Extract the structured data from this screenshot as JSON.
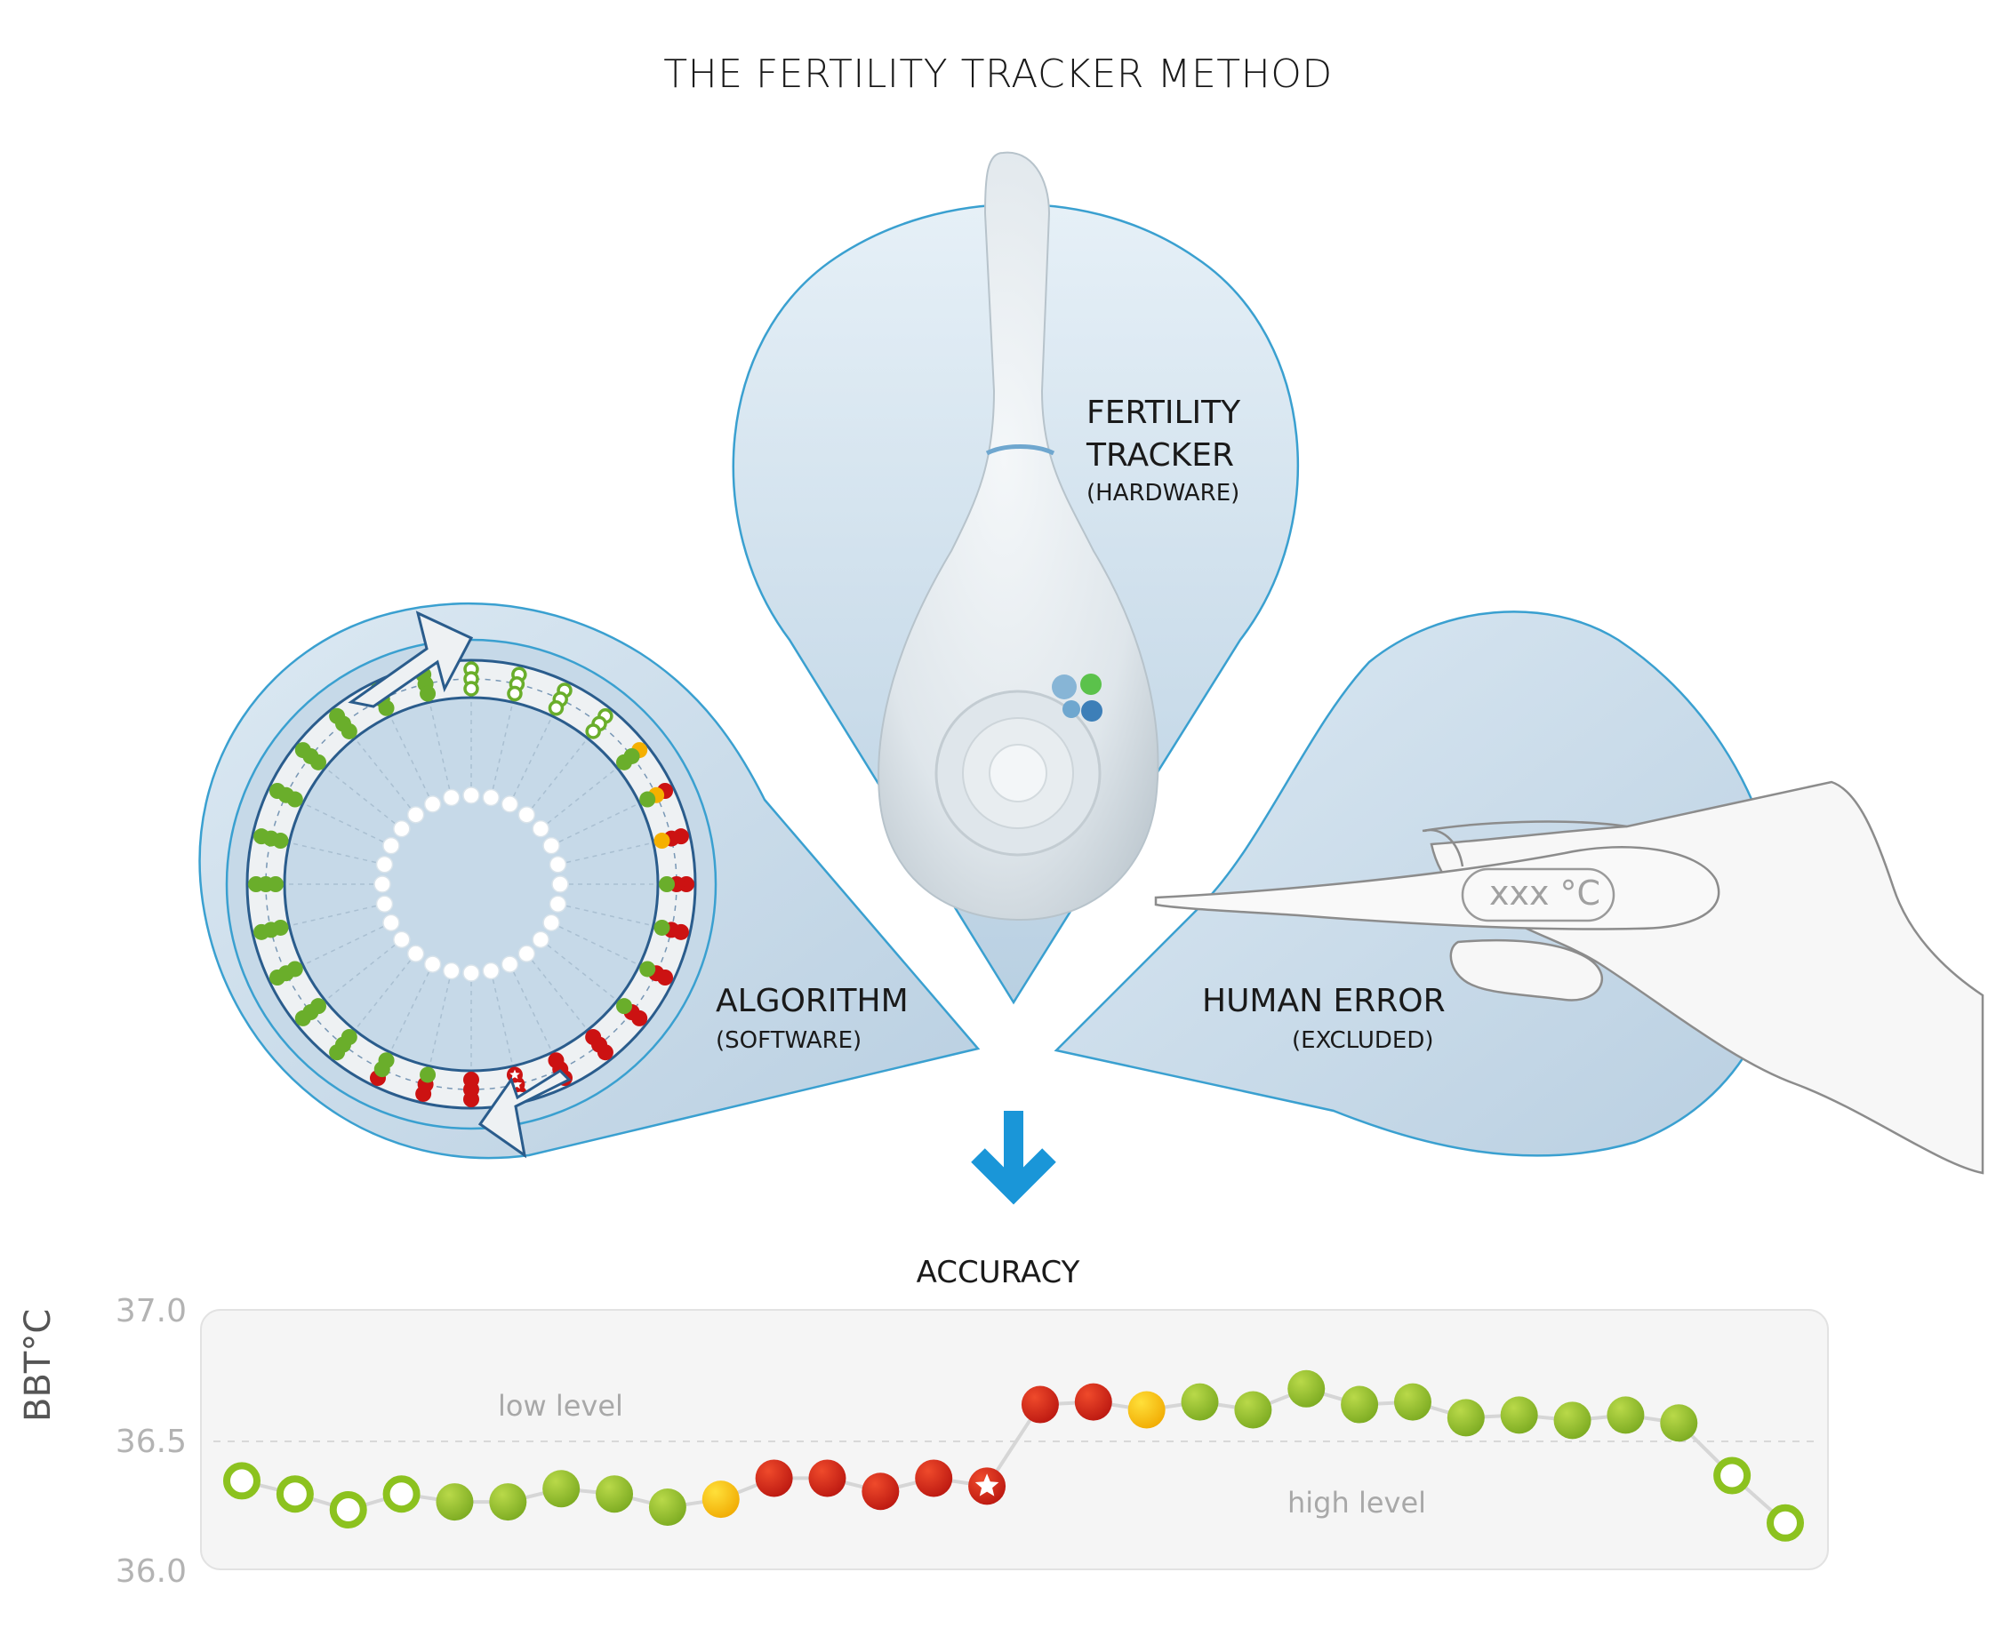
{
  "title": "THE FERTILITY TRACKER METHOD",
  "tracker": {
    "line1": "FERTILITY",
    "line2": "TRACKER",
    "sub": "(HARDWARE)"
  },
  "algorithm": {
    "label": "ALGORITHM",
    "sub": "(SOFTWARE)"
  },
  "human_error": {
    "label": "HUMAN ERROR",
    "sub": "(EXCLUDED)"
  },
  "thermometer_display": "xxx °C",
  "result_label": "ACCURACY",
  "colors": {
    "green": "#7dbb2e",
    "red": "#cc1f1f",
    "yellow": "#f5b800",
    "blue_arrow": "#1a96d8",
    "shape_fill": "#c8dbe9",
    "shape_stroke": "#3aa0d0"
  },
  "chart_data": {
    "type": "scatter",
    "ylabel": "BBT°C",
    "ylim": [
      36.0,
      37.0
    ],
    "yticks": [
      "37.0",
      "36.5",
      "36.0"
    ],
    "reference_line": 36.5,
    "annotations": [
      "low level",
      "high level"
    ],
    "points": [
      {
        "y": 36.35,
        "status": "green-open"
      },
      {
        "y": 36.3,
        "status": "green-open"
      },
      {
        "y": 36.24,
        "status": "green-open"
      },
      {
        "y": 36.3,
        "status": "green-open"
      },
      {
        "y": 36.27,
        "status": "green"
      },
      {
        "y": 36.27,
        "status": "green"
      },
      {
        "y": 36.32,
        "status": "green"
      },
      {
        "y": 36.3,
        "status": "green"
      },
      {
        "y": 36.25,
        "status": "green"
      },
      {
        "y": 36.28,
        "status": "yellow"
      },
      {
        "y": 36.36,
        "status": "red"
      },
      {
        "y": 36.36,
        "status": "red"
      },
      {
        "y": 36.31,
        "status": "red"
      },
      {
        "y": 36.36,
        "status": "red"
      },
      {
        "y": 36.33,
        "status": "red-star"
      },
      {
        "y": 36.64,
        "status": "red"
      },
      {
        "y": 36.65,
        "status": "red"
      },
      {
        "y": 36.62,
        "status": "yellow"
      },
      {
        "y": 36.65,
        "status": "green"
      },
      {
        "y": 36.62,
        "status": "green"
      },
      {
        "y": 36.7,
        "status": "green"
      },
      {
        "y": 36.64,
        "status": "green"
      },
      {
        "y": 36.65,
        "status": "green"
      },
      {
        "y": 36.59,
        "status": "green"
      },
      {
        "y": 36.6,
        "status": "green"
      },
      {
        "y": 36.58,
        "status": "green"
      },
      {
        "y": 36.6,
        "status": "green"
      },
      {
        "y": 36.57,
        "status": "green"
      },
      {
        "y": 36.37,
        "status": "green-open"
      },
      {
        "y": 36.19,
        "status": "green-open"
      }
    ]
  }
}
